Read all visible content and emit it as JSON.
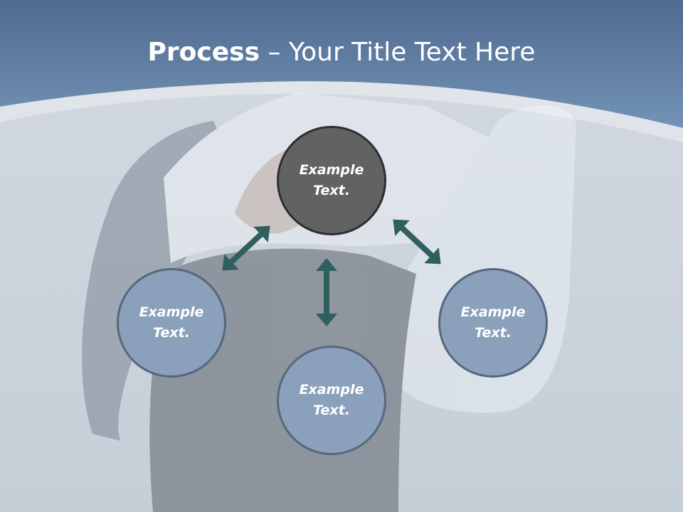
{
  "title": {
    "bold": "Process",
    "regular": " – Your Title Text Here"
  },
  "nodes": {
    "center": {
      "line1": "Example",
      "line2": "Text."
    },
    "left": {
      "line1": "Example",
      "line2": "Text."
    },
    "bottom": {
      "line1": "Example",
      "line2": "Text."
    },
    "right": {
      "line1": "Example",
      "line2": "Text."
    }
  },
  "colors": {
    "header_blue": "#5f7fa6",
    "center_fill": "#626262",
    "node_fill": "#8aa0bb",
    "arrow": "#2f5f5e"
  }
}
